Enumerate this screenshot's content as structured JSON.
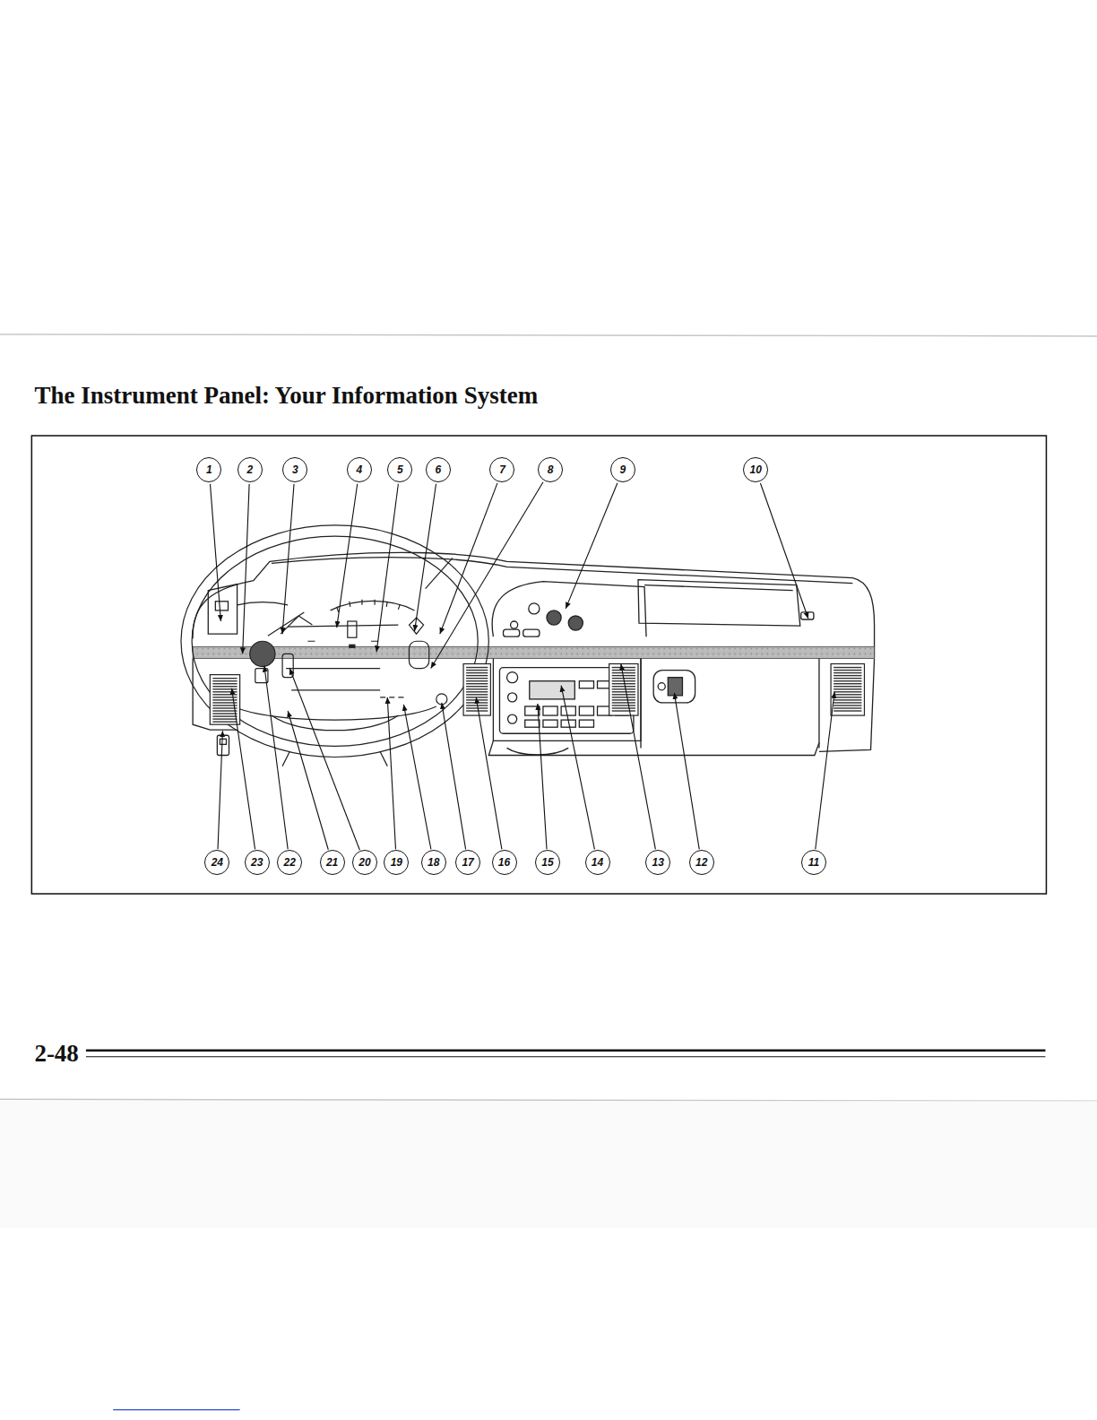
{
  "diagram": {
    "title": "The Instrument Panel: Your Information System",
    "nodes": [
      {
        "text": [
          "1"
        ]
      },
      {
        "text": [
          "2"
        ]
      },
      {
        "text": [
          "3"
        ]
      },
      {
        "text": [
          "4"
        ]
      },
      {
        "text": [
          "5"
        ]
      },
      {
        "text": [
          "6"
        ]
      },
      {
        "text": [
          "7"
        ]
      },
      {
        "text": [
          "8"
        ]
      },
      {
        "text": [
          "9"
        ]
      },
      {
        "text": [
          "10"
        ]
      },
      {
        "text": [
          "24"
        ]
      },
      {
        "text": [
          "23"
        ]
      },
      {
        "text": [
          "22"
        ]
      },
      {
        "text": [
          "21"
        ]
      },
      {
        "text": [
          "20"
        ]
      },
      {
        "text": [
          "19"
        ]
      },
      {
        "text": [
          "18"
        ]
      },
      {
        "text": [
          "17"
        ]
      },
      {
        "text": [
          "16"
        ]
      },
      {
        "text": [
          "15"
        ]
      },
      {
        "text": [
          "14"
        ]
      },
      {
        "text": [
          "13"
        ]
      },
      {
        "text": [
          "12"
        ]
      },
      {
        "text": [
          "11"
        ]
      }
    ],
    "labels": [
      "2-48"
    ]
  }
}
